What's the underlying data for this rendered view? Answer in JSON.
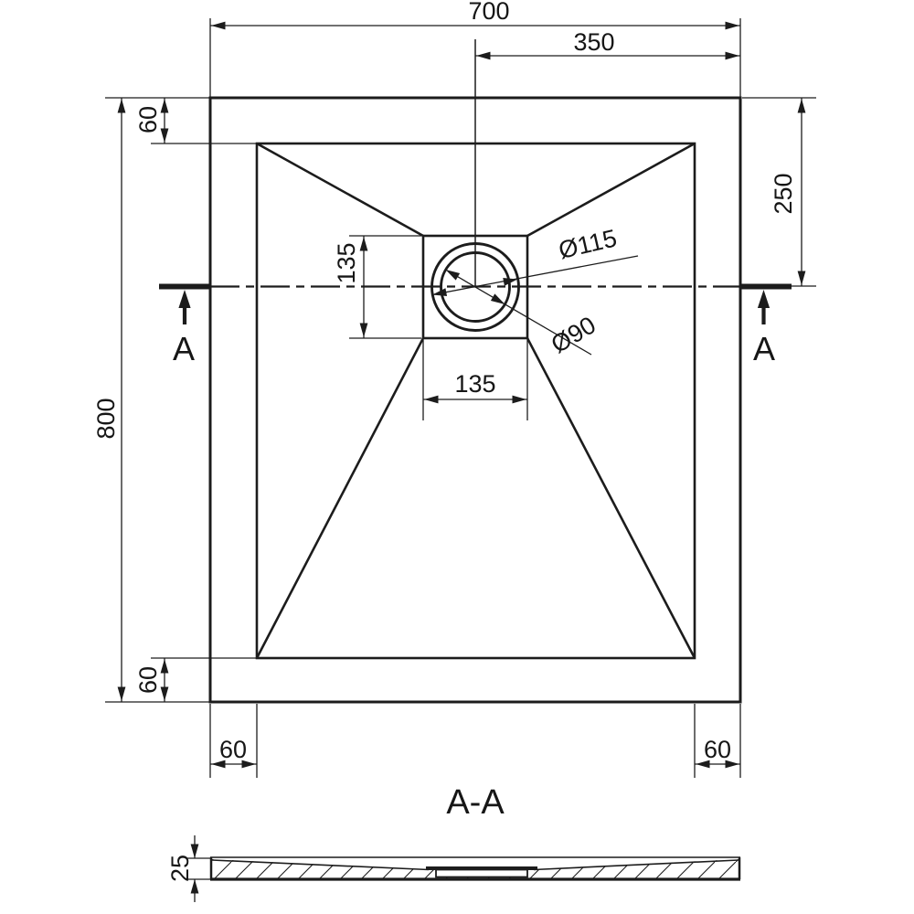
{
  "colors": {
    "ink": "#1c1c1c",
    "background": "#ffffff"
  },
  "top_view": {
    "width_total": "700",
    "width_half": "350",
    "offset_right": "250",
    "height_total": "800",
    "rim_top": "60",
    "rim_bottom": "60",
    "rim_left": "60",
    "rim_right": "60",
    "drain_square_vertical": "135",
    "drain_square_horizontal": "135",
    "drain_outer_diameter": "Ø115",
    "drain_inner_diameter": "Ø90",
    "cut_label_left": "A",
    "cut_label_right": "A"
  },
  "section_view": {
    "title": "A-A",
    "thickness": "25"
  }
}
